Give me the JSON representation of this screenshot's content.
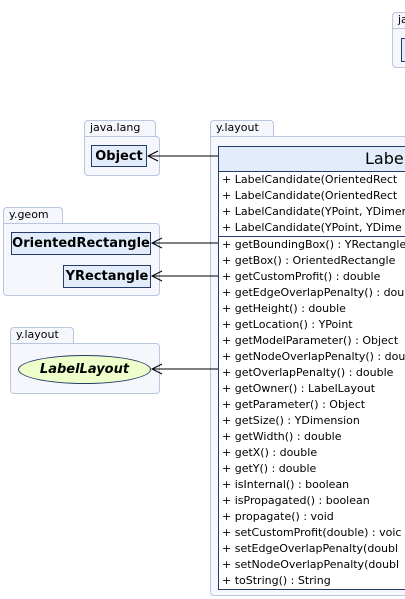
{
  "top_package": {
    "label": "ja"
  },
  "packages": {
    "java_lang": {
      "label": "java.lang"
    },
    "y_layout_main": {
      "label": "y.layout"
    },
    "y_geom": {
      "label": "y.geom"
    },
    "y_layout_iface": {
      "label": "y.layout"
    }
  },
  "classes": {
    "object": "Object",
    "oriented_rectangle": "OrientedRectangle",
    "yrectangle": "YRectangle",
    "label_layout": "LabelLayout"
  },
  "main_class": {
    "name": "Labe",
    "constructors": [
      "+ LabelCandidate(OrientedRect",
      "+ LabelCandidate(OrientedRect",
      "+ LabelCandidate(YPoint, YDimen",
      "+ LabelCandidate(YPoint, YDime"
    ],
    "methods": [
      "+ getBoundingBox() : YRectangle",
      "+ getBox() : OrientedRectangle",
      "+ getCustomProfit() : double",
      "+ getEdgeOverlapPenalty() : dou",
      "+ getHeight() : double",
      "+ getLocation() : YPoint",
      "+ getModelParameter() : Object",
      "+ getNodeOverlapPenalty() : dou",
      "+ getOverlapPenalty() : double",
      "+ getOwner() : LabelLayout",
      "+ getParameter() : Object",
      "+ getSize() : YDimension",
      "+ getWidth() : double",
      "+ getX() : double",
      "+ getY() : double",
      "+ isInternal() : boolean",
      "+ isPropagated() : boolean",
      "+ propagate() : void",
      "+ setCustomProfit(double) : voic",
      "+ setEdgeOverlapPenalty(doubl",
      "+ setNodeOverlapPenalty(doubl",
      "+ toString() : String"
    ]
  }
}
